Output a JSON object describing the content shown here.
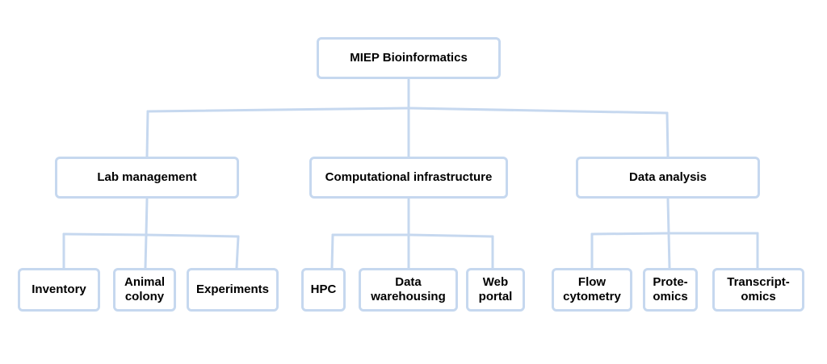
{
  "colors": {
    "box_border": "#c6d8ef",
    "connector": "#c6d8ef",
    "text": "#000000"
  },
  "root": {
    "id": "root",
    "lines": [
      "MIEP Bioinformatics"
    ]
  },
  "branches": [
    {
      "id": "lab-management",
      "lines": [
        "Lab management"
      ],
      "children": [
        {
          "id": "inventory",
          "lines": [
            "Inventory"
          ]
        },
        {
          "id": "animal-colony",
          "lines": [
            "Animal",
            "colony"
          ]
        },
        {
          "id": "experiments",
          "lines": [
            "Experiments"
          ]
        }
      ]
    },
    {
      "id": "computational-infrastructure",
      "lines": [
        "Computational infrastructure"
      ],
      "children": [
        {
          "id": "hpc",
          "lines": [
            "HPC"
          ]
        },
        {
          "id": "data-warehousing",
          "lines": [
            "Data",
            "warehousing"
          ]
        },
        {
          "id": "web-portal",
          "lines": [
            "Web",
            "portal"
          ]
        }
      ]
    },
    {
      "id": "data-analysis",
      "lines": [
        "Data analysis"
      ],
      "children": [
        {
          "id": "flow-cytometry",
          "lines": [
            "Flow",
            "cytometry"
          ]
        },
        {
          "id": "proteomics",
          "lines": [
            "Prote-",
            "omics"
          ]
        },
        {
          "id": "transcriptomics",
          "lines": [
            "Transcript-",
            "omics"
          ]
        }
      ]
    }
  ]
}
